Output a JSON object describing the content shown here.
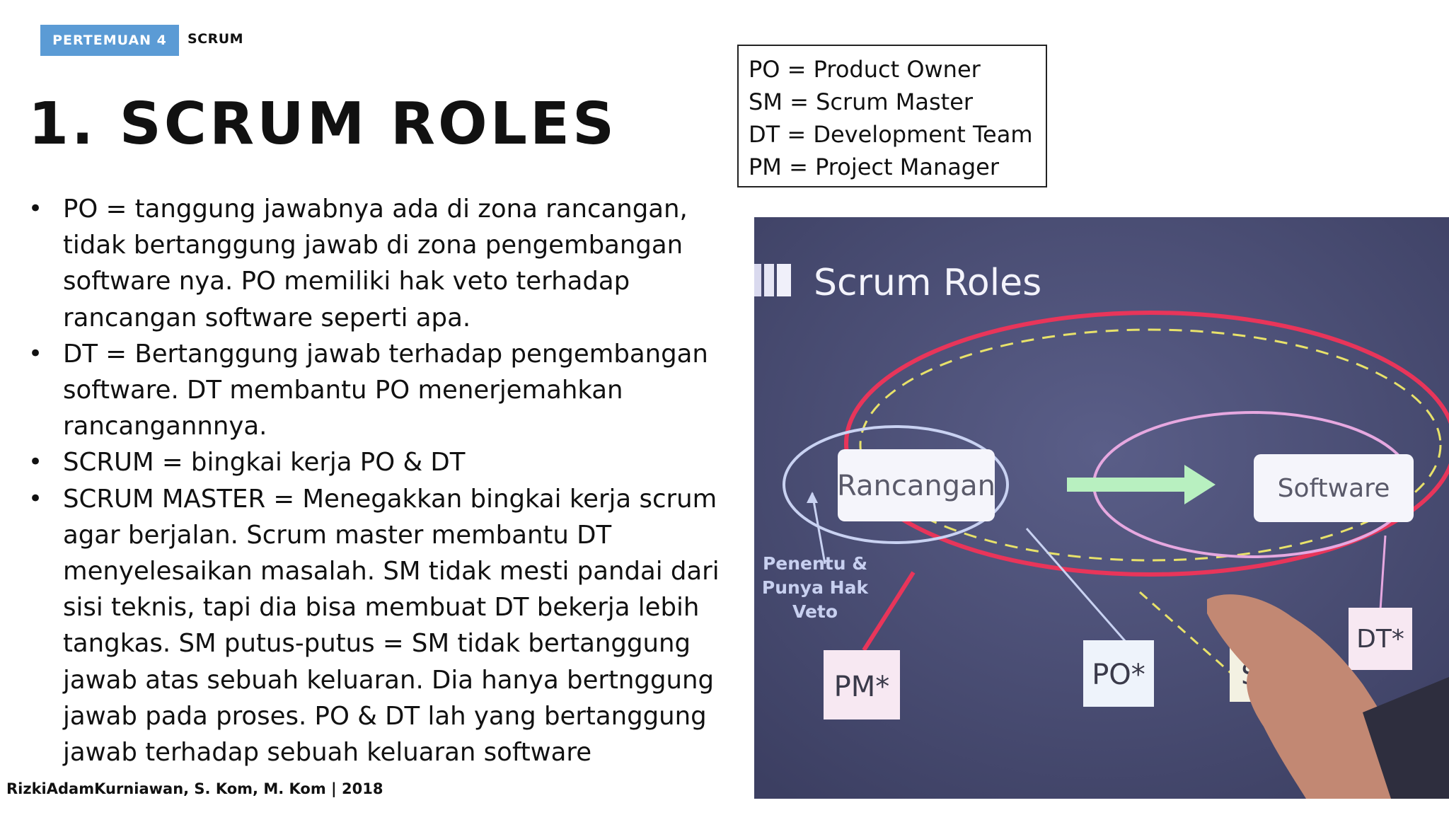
{
  "header": {
    "badge": "PERTEMUAN 4",
    "topic": "SCRUM"
  },
  "title": "1. SCRUM ROLES",
  "legend": [
    "PO = Product Owner",
    "SM = Scrum Master",
    "DT = Development Team",
    "PM = Project Manager"
  ],
  "bullets": [
    "PO = tanggung jawabnya ada di zona rancangan, tidak bertanggung jawab di zona pengembangan software nya. PO memiliki hak veto terhadap rancangan software seperti apa.",
    "DT = Bertanggung jawab terhadap pengembangan software. DT membantu PO menerjemahkan rancangannnya.",
    "SCRUM = bingkai kerja PO & DT",
    "SCRUM MASTER = Menegakkan bingkai kerja scrum agar berjalan. Scrum master membantu DT menyelesaikan masalah. SM tidak mesti pandai dari sisi teknis, tapi dia bisa membuat DT bekerja lebih tangkas. SM putus-putus = SM tidak bertanggung jawab atas sebuah keluaran. Dia hanya bertnggung jawab pada proses. PO & DT lah yang bertanggung jawab terhadap sebuah keluaran software"
  ],
  "photo": {
    "slide_title": "Scrum Roles",
    "rancangan": "Rancangan",
    "software": "Software",
    "note_line1": "Penentu &",
    "note_line2": "Punya Hak",
    "note_line3": "Veto",
    "pm": "PM*",
    "po": "PO*",
    "sm": "S",
    "dt": "DT*"
  },
  "footer": "RizkiAdamKurniawan, S. Kom, M. Kom | 2018",
  "colors": {
    "badge": "#5b9bd5",
    "projector_bg": "#4a4e74",
    "ellipse_red": "#e8355a",
    "dashed_yellow": "#e8e26a"
  }
}
